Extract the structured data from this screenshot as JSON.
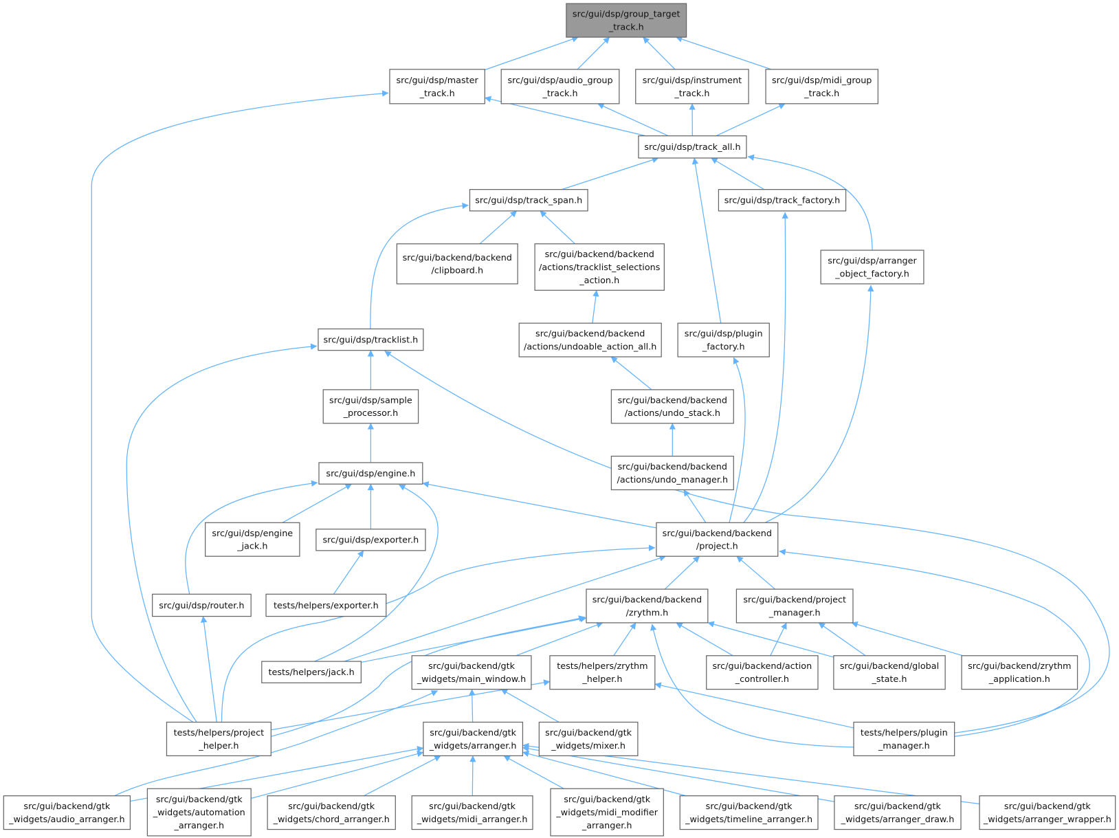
{
  "title": "Include dependency graph for src/gui/dsp/group_target_track.h",
  "colors": {
    "edge": "#63b3ff",
    "root_fill": "#999999",
    "node_border": "#666666"
  },
  "nodes": [
    {
      "id": "group_target",
      "lines": [
        "src/gui/dsp/group_target",
        "_track.h"
      ],
      "root": true
    },
    {
      "id": "master",
      "lines": [
        "src/gui/dsp/master",
        "_track.h"
      ]
    },
    {
      "id": "audio_group",
      "lines": [
        "src/gui/dsp/audio_group",
        "_track.h"
      ]
    },
    {
      "id": "instrument",
      "lines": [
        "src/gui/dsp/instrument",
        "_track.h"
      ]
    },
    {
      "id": "midi_group",
      "lines": [
        "src/gui/dsp/midi_group",
        "_track.h"
      ]
    },
    {
      "id": "track_all",
      "lines": [
        "src/gui/dsp/track_all.h"
      ]
    },
    {
      "id": "track_span",
      "lines": [
        "src/gui/dsp/track_span.h"
      ]
    },
    {
      "id": "track_factory",
      "lines": [
        "src/gui/dsp/track_factory.h"
      ]
    },
    {
      "id": "clipboard",
      "lines": [
        "src/gui/backend/backend",
        "/clipboard.h"
      ]
    },
    {
      "id": "tracklist_selections",
      "lines": [
        "src/gui/backend/backend",
        "/actions/tracklist_selections",
        "_action.h"
      ]
    },
    {
      "id": "arranger_object_factory",
      "lines": [
        "src/gui/dsp/arranger",
        "_object_factory.h"
      ]
    },
    {
      "id": "tracklist",
      "lines": [
        "src/gui/dsp/tracklist.h"
      ]
    },
    {
      "id": "undoable_action_all",
      "lines": [
        "src/gui/backend/backend",
        "/actions/undoable_action_all.h"
      ]
    },
    {
      "id": "plugin_factory",
      "lines": [
        "src/gui/dsp/plugin",
        "_factory.h"
      ]
    },
    {
      "id": "sample_processor",
      "lines": [
        "src/gui/dsp/sample",
        "_processor.h"
      ]
    },
    {
      "id": "undo_stack",
      "lines": [
        "src/gui/backend/backend",
        "/actions/undo_stack.h"
      ]
    },
    {
      "id": "engine",
      "lines": [
        "src/gui/dsp/engine.h"
      ]
    },
    {
      "id": "undo_manager",
      "lines": [
        "src/gui/backend/backend",
        "/actions/undo_manager.h"
      ]
    },
    {
      "id": "engine_jack",
      "lines": [
        "src/gui/dsp/engine",
        "_jack.h"
      ]
    },
    {
      "id": "exporter",
      "lines": [
        "src/gui/dsp/exporter.h"
      ]
    },
    {
      "id": "project",
      "lines": [
        "src/gui/backend/backend",
        "/project.h"
      ]
    },
    {
      "id": "router",
      "lines": [
        "src/gui/dsp/router.h"
      ]
    },
    {
      "id": "tests_exporter",
      "lines": [
        "tests/helpers/exporter.h"
      ]
    },
    {
      "id": "zrythm",
      "lines": [
        "src/gui/backend/backend",
        "/zrythm.h"
      ]
    },
    {
      "id": "project_manager",
      "lines": [
        "src/gui/backend/project",
        "_manager.h"
      ]
    },
    {
      "id": "jack",
      "lines": [
        "tests/helpers/jack.h"
      ]
    },
    {
      "id": "main_window",
      "lines": [
        "src/gui/backend/gtk",
        "_widgets/main_window.h"
      ]
    },
    {
      "id": "zrythm_helper",
      "lines": [
        "tests/helpers/zrythm",
        "_helper.h"
      ]
    },
    {
      "id": "action_controller",
      "lines": [
        "src/gui/backend/action",
        "_controller.h"
      ]
    },
    {
      "id": "global_state",
      "lines": [
        "src/gui/backend/global",
        "_state.h"
      ]
    },
    {
      "id": "zrythm_application",
      "lines": [
        "src/gui/backend/zrythm",
        "_application.h"
      ]
    },
    {
      "id": "project_helper",
      "lines": [
        "tests/helpers/project",
        "_helper.h"
      ]
    },
    {
      "id": "arranger",
      "lines": [
        "src/gui/backend/gtk",
        "_widgets/arranger.h"
      ]
    },
    {
      "id": "mixer",
      "lines": [
        "src/gui/backend/gtk",
        "_widgets/mixer.h"
      ]
    },
    {
      "id": "plugin_manager",
      "lines": [
        "tests/helpers/plugin",
        "_manager.h"
      ]
    },
    {
      "id": "audio_arranger",
      "lines": [
        "src/gui/backend/gtk",
        "_widgets/audio_arranger.h"
      ]
    },
    {
      "id": "automation_arranger",
      "lines": [
        "src/gui/backend/gtk",
        "_widgets/automation",
        "_arranger.h"
      ]
    },
    {
      "id": "chord_arranger",
      "lines": [
        "src/gui/backend/gtk",
        "_widgets/chord_arranger.h"
      ]
    },
    {
      "id": "midi_arranger",
      "lines": [
        "src/gui/backend/gtk",
        "_widgets/midi_arranger.h"
      ]
    },
    {
      "id": "midi_modifier_arranger",
      "lines": [
        "src/gui/backend/gtk",
        "_widgets/midi_modifier",
        "_arranger.h"
      ]
    },
    {
      "id": "timeline_arranger",
      "lines": [
        "src/gui/backend/gtk",
        "_widgets/timeline_arranger.h"
      ]
    },
    {
      "id": "arranger_draw",
      "lines": [
        "src/gui/backend/gtk",
        "_widgets/arranger_draw.h"
      ]
    },
    {
      "id": "arranger_wrapper",
      "lines": [
        "src/gui/backend/gtk",
        "_widgets/arranger_wrapper.h"
      ]
    }
  ],
  "edges": [
    [
      "master",
      "group_target"
    ],
    [
      "audio_group",
      "group_target"
    ],
    [
      "instrument",
      "group_target"
    ],
    [
      "midi_group",
      "group_target"
    ],
    [
      "track_all",
      "master"
    ],
    [
      "track_all",
      "audio_group"
    ],
    [
      "track_all",
      "instrument"
    ],
    [
      "track_all",
      "midi_group"
    ],
    [
      "project_helper",
      "master"
    ],
    [
      "track_span",
      "track_all"
    ],
    [
      "plugin_factory",
      "track_all"
    ],
    [
      "track_factory",
      "track_all"
    ],
    [
      "arranger_object_factory",
      "track_all"
    ],
    [
      "clipboard",
      "track_span"
    ],
    [
      "tracklist_selections",
      "track_span"
    ],
    [
      "tracklist",
      "track_span"
    ],
    [
      "undoable_action_all",
      "tracklist_selections"
    ],
    [
      "undo_stack",
      "undoable_action_all"
    ],
    [
      "undo_manager",
      "undo_stack"
    ],
    [
      "project",
      "undo_manager"
    ],
    [
      "project",
      "plugin_factory"
    ],
    [
      "project",
      "track_factory"
    ],
    [
      "project",
      "arranger_object_factory"
    ],
    [
      "project",
      "engine"
    ],
    [
      "sample_processor",
      "tracklist"
    ],
    [
      "project_helper",
      "tracklist"
    ],
    [
      "plugin_manager",
      "tracklist"
    ],
    [
      "engine",
      "sample_processor"
    ],
    [
      "engine_jack",
      "engine"
    ],
    [
      "exporter",
      "engine"
    ],
    [
      "router",
      "engine"
    ],
    [
      "jack",
      "engine"
    ],
    [
      "tests_exporter",
      "exporter"
    ],
    [
      "project_helper",
      "router"
    ],
    [
      "zrythm",
      "project"
    ],
    [
      "project_manager",
      "project"
    ],
    [
      "project_helper",
      "project"
    ],
    [
      "jack",
      "project"
    ],
    [
      "plugin_manager",
      "project"
    ],
    [
      "jack",
      "zrythm"
    ],
    [
      "project_helper",
      "zrythm"
    ],
    [
      "main_window",
      "zrythm"
    ],
    [
      "zrythm_helper",
      "zrythm"
    ],
    [
      "action_controller",
      "zrythm"
    ],
    [
      "global_state",
      "zrythm"
    ],
    [
      "plugin_manager",
      "zrythm"
    ],
    [
      "action_controller",
      "project_manager"
    ],
    [
      "global_state",
      "project_manager"
    ],
    [
      "zrythm_application",
      "project_manager"
    ],
    [
      "project_helper",
      "zrythm_helper"
    ],
    [
      "plugin_manager",
      "zrythm_helper"
    ],
    [
      "arranger",
      "main_window"
    ],
    [
      "mixer",
      "main_window"
    ],
    [
      "audio_arranger",
      "main_window"
    ],
    [
      "audio_arranger",
      "arranger"
    ],
    [
      "automation_arranger",
      "arranger"
    ],
    [
      "chord_arranger",
      "arranger"
    ],
    [
      "midi_arranger",
      "arranger"
    ],
    [
      "midi_modifier_arranger",
      "arranger"
    ],
    [
      "timeline_arranger",
      "arranger"
    ],
    [
      "arranger_draw",
      "arranger"
    ],
    [
      "arranger_wrapper",
      "arranger"
    ]
  ]
}
